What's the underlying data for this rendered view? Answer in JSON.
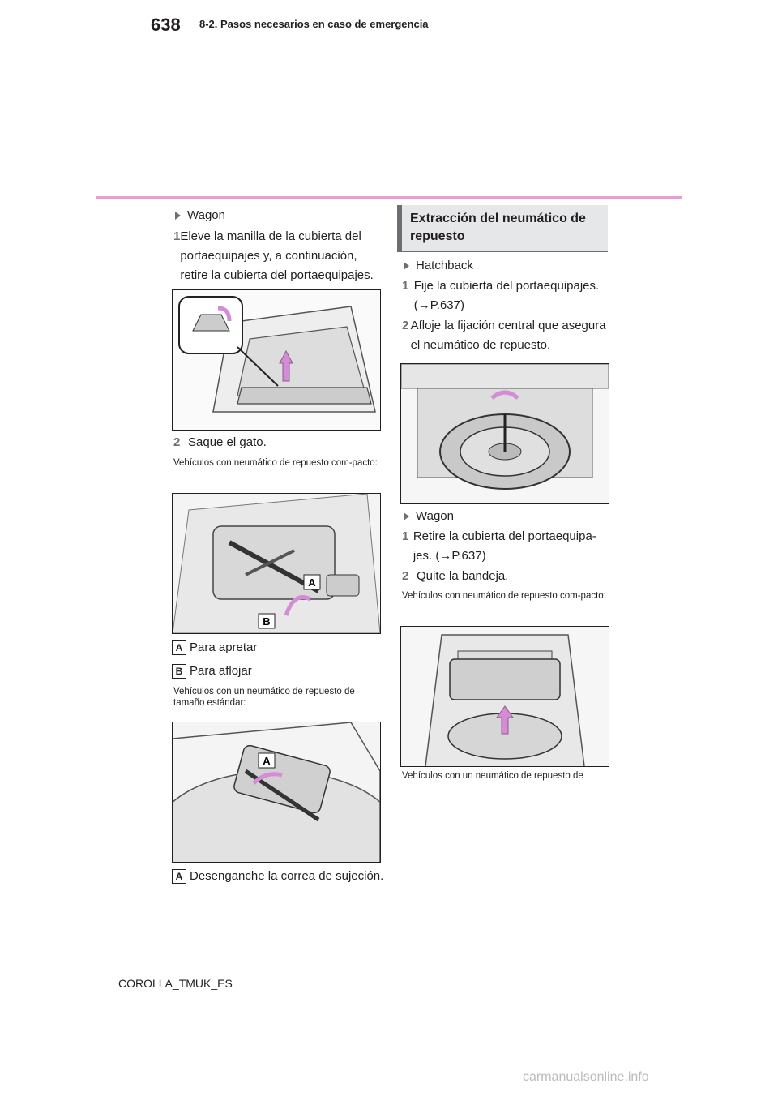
{
  "header": {
    "page_number": "638",
    "section": "8-2. Pasos necesarios en caso de emergencia"
  },
  "left": {
    "wagon_label": "Wagon",
    "step1_num": "1",
    "step1_text": "Eleve la manilla de la cubierta del portaequipajes y, a continuación, retire la cubierta del portaequipajes.",
    "step2_num": "2",
    "step2_text": "Saque el gato.",
    "note_compact": "Vehículos con neumático de repuesto com-pacto:",
    "legend_a": "A",
    "legend_a_text": "Para apretar",
    "legend_b": "B",
    "legend_b_text": "Para aflojar",
    "note_standard": "Vehículos con un neumático de repuesto de tamaño estándar:",
    "legend_a2": "A",
    "legend_a2_text": "Desenganche la correa de sujeción.",
    "fig_labels": {
      "a": "A",
      "b": "B",
      "a2": "A"
    }
  },
  "right": {
    "heading": "Extracción del neumático de repuesto",
    "hatchback_label": "Hatchback",
    "h_step1_num": "1",
    "h_step1_text": "Fije la cubierta del portaequipajes. (→P.637)",
    "h_step2_num": "2",
    "h_step2_text": "Afloje la fijación central que asegura el neumático de repuesto.",
    "wagon_label": "Wagon",
    "w_step1_num": "1",
    "w_step1_text": "Retire la cubierta del portaequipa-jes. (→P.637)",
    "w_step2_num": "2",
    "w_step2_text": "Quite la bandeja.",
    "note_compact": "Vehículos con neumático de repuesto com-pacto:",
    "note_standard_partial": "Vehículos con un neumático de repuesto de"
  },
  "footer": {
    "doc_code": "COROLLA_TMUK_ES"
  },
  "watermark": "carmanualsonline.info",
  "colors": {
    "accent_rule": "#e89dd6",
    "arrow_pink": "#d58bd6",
    "heading_bg": "#e6e7e8"
  }
}
